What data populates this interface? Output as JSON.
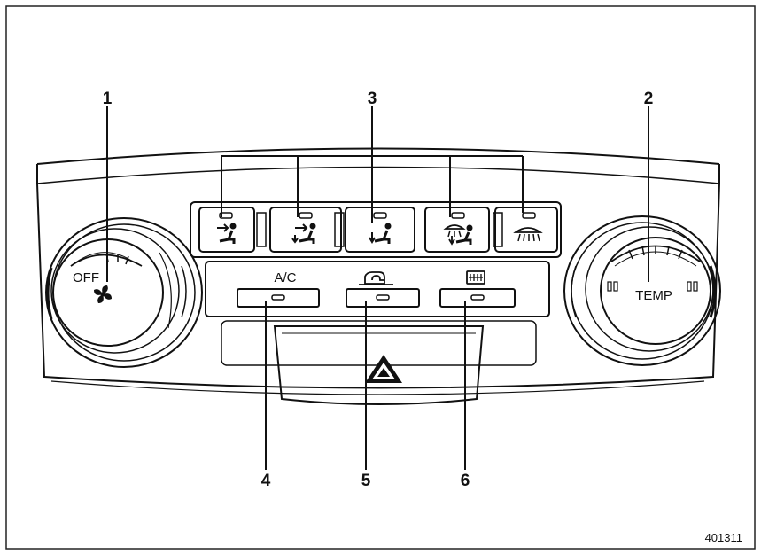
{
  "figure_id": "401311",
  "callouts": [
    "1",
    "2",
    "3",
    "4",
    "5",
    "6"
  ],
  "knobs": {
    "fan": {
      "off_label": "OFF",
      "icon": "fan-icon"
    },
    "temp": {
      "label": "TEMP"
    }
  },
  "mode_buttons": [
    "face-vent-icon",
    "bi-level-icon",
    "foot-vent-icon",
    "foot-defrost-icon",
    "defrost-icon"
  ],
  "function_buttons": {
    "ac_label": "A/C",
    "recirc_icon": "recirculation-icon",
    "rear_defog_icon": "rear-defogger-icon"
  },
  "hazard_icon": "hazard-warning-icon"
}
